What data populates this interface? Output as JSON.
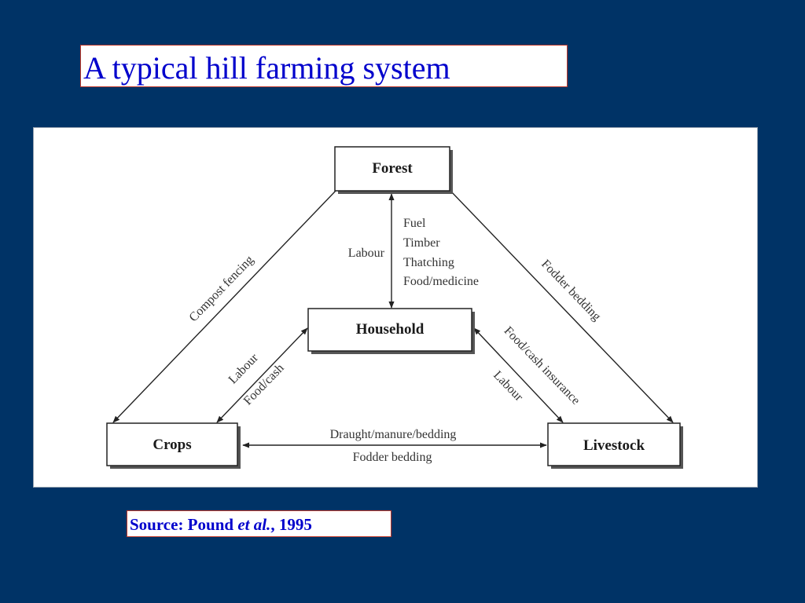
{
  "slide": {
    "title": "A typical hill farming system",
    "source": {
      "prefix": "Source: Pound ",
      "italic": "et al.",
      "suffix": ", 1995"
    },
    "colors": {
      "background": "#003366",
      "title_text": "#0000cc",
      "box_border": "#c0392b"
    }
  },
  "diagram": {
    "nodes": {
      "forest": "Forest",
      "household": "Household",
      "crops": "Crops",
      "livestock": "Livestock"
    },
    "flows": {
      "forest_household_left": "Labour",
      "forest_household_right": [
        "Fuel",
        "Timber",
        "Thatching",
        "Food/medicine"
      ],
      "forest_crops": "Compost fencing",
      "forest_livestock": "Fodder bedding",
      "household_crops": [
        "Labour",
        "Food/cash"
      ],
      "household_livestock": [
        "Food/cash insurance",
        "Labour"
      ],
      "crops_livestock": [
        "Draught/manure/bedding",
        "Fodder bedding"
      ]
    }
  }
}
